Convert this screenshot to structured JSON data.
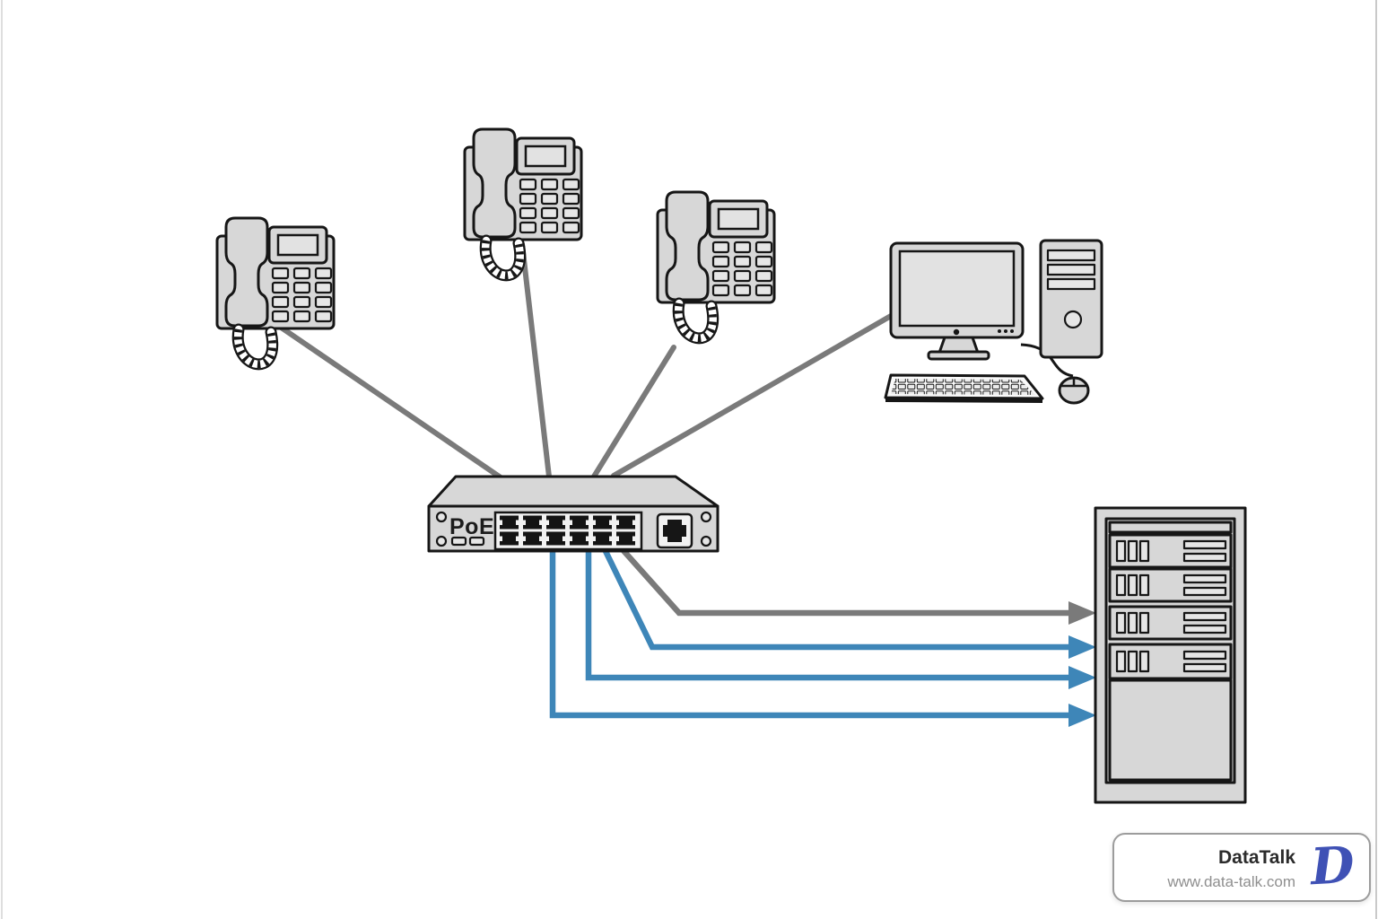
{
  "colors": {
    "bg": "#ffffff",
    "ink": "#161616",
    "device-fill": "#d7d7d7",
    "device-light": "#e6e6e6",
    "screen": "#e2e2e2",
    "line-gray": "#7a7a7a",
    "line-blue": "#3e86b8",
    "logo-blue": "#3f51b5"
  },
  "switch": {
    "label": "PoE",
    "lan_ports": 12,
    "uplink_ports": 1,
    "led_indicators": 2
  },
  "icons": {
    "phones": [
      "ip-phone-icon",
      "ip-phone-icon",
      "ip-phone-icon"
    ],
    "computer": "desktop-computer-icon",
    "switch": "poe-switch-icon",
    "server": "server-rack-icon",
    "logo": "brand-logo-d-icon"
  },
  "connections": {
    "device_to_switch_cables": 4,
    "switch_to_server_arrows": {
      "gray": 1,
      "blue": 3
    }
  },
  "branding": {
    "name": "DataTalk",
    "website": "www.data-talk.com",
    "logo_letter": "D"
  }
}
